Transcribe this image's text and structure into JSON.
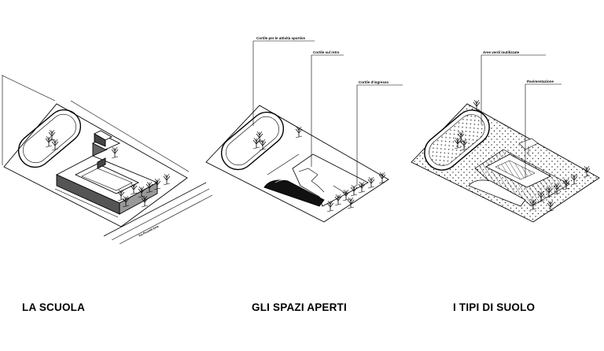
{
  "panels": [
    {
      "caption": "LA SCUOLA",
      "street_label": "Via Pozzelli Exla"
    },
    {
      "caption": "GLI SPAZI APERTI",
      "callouts": [
        "Cortile per le attività sportive",
        "Cortile sul retro",
        "Cortile d'ingresso"
      ]
    },
    {
      "caption": "I TIPI DI SUOLO",
      "callouts": [
        "Aree verdi inutilizzate",
        "Pavimentazione"
      ]
    }
  ]
}
